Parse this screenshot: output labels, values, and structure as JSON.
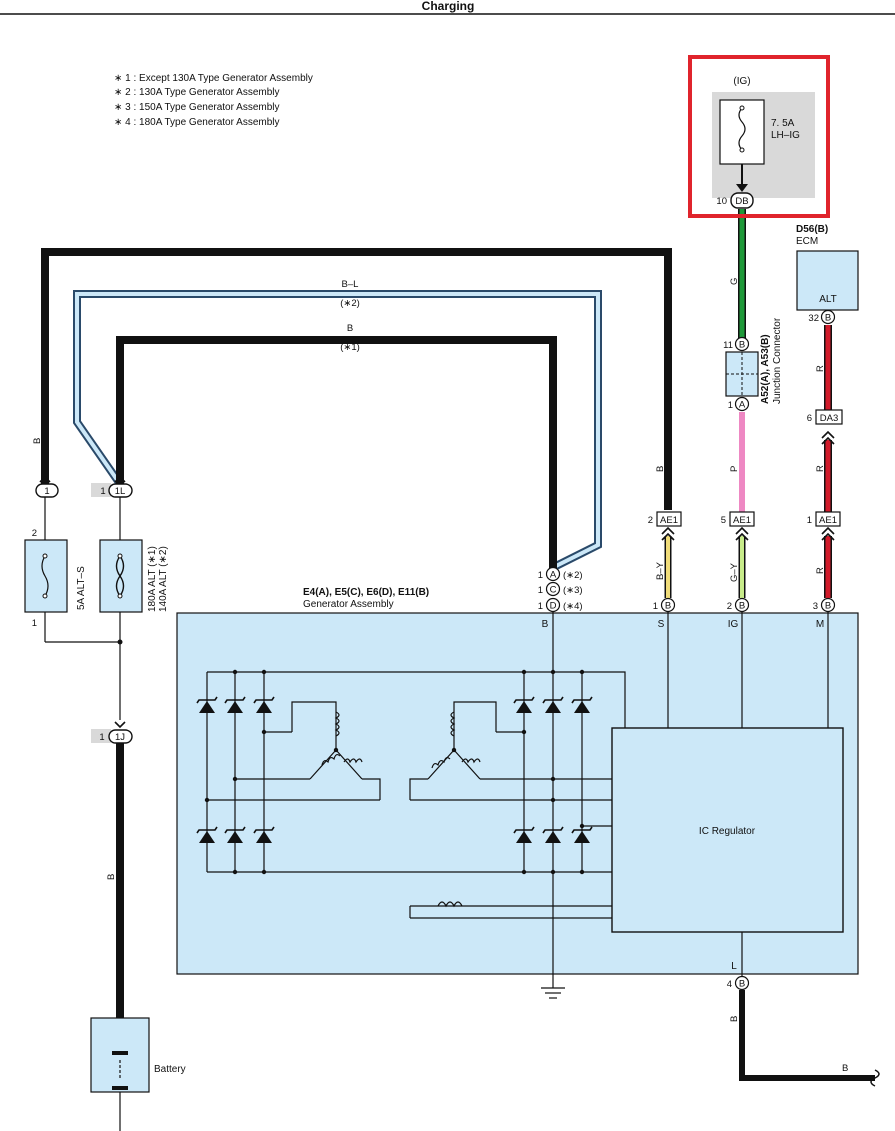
{
  "header": {
    "title": "Charging"
  },
  "notes": [
    "∗ 1 : Except 130A Type Generator Assembly",
    "∗ 2 : 130A Type Generator Assembly",
    "∗ 3 : 150A Type Generator Assembly",
    "∗ 4 : 180A Type Generator Assembly"
  ],
  "fuse_ig": {
    "group": "(IG)",
    "rating": "7. 5A",
    "name": "LH–IG",
    "pin": "10",
    "connector": "DB"
  },
  "ecm": {
    "ref": "D56(B)",
    "name": "ECM",
    "terminal": "ALT",
    "pin": "32",
    "connector": "B"
  },
  "junction": {
    "ref": "A52(A), A53(B)",
    "name": "Junction Connector",
    "pin_top": "11",
    "conn_top": "B",
    "pin_bottom": "1",
    "conn_bottom": "A"
  },
  "da3": {
    "pin": "6",
    "connector": "DA3"
  },
  "ae1": [
    {
      "pin": "2",
      "connector": "AE1"
    },
    {
      "pin": "5",
      "connector": "AE1"
    },
    {
      "pin": "1",
      "connector": "AE1"
    }
  ],
  "generator": {
    "ref": "E4(A), E5(C), E6(D), E11(B)",
    "name": "Generator Assembly",
    "terminals": {
      "b": "B",
      "s": "S",
      "ig": "IG",
      "m": "M",
      "l": "L"
    },
    "b_connectors": [
      {
        "pin": "1",
        "conn": "A",
        "note": "(∗2)"
      },
      {
        "pin": "1",
        "conn": "C",
        "note": "(∗3)"
      },
      {
        "pin": "1",
        "conn": "D",
        "note": "(∗4)"
      }
    ],
    "pins": [
      {
        "pin": "1",
        "conn": "B"
      },
      {
        "pin": "2",
        "conn": "B"
      },
      {
        "pin": "3",
        "conn": "B"
      },
      {
        "pin": "4",
        "conn": "B"
      }
    ],
    "regulator": "IC Regulator"
  },
  "fuses": {
    "alts": {
      "name": "5A ALT–S",
      "pin_top": "2",
      "pin_bottom": "1"
    },
    "alt": {
      "line1": "180A ALT (∗1)",
      "line2": "140A ALT (∗2)"
    }
  },
  "connectors": {
    "c1": {
      "conn": "1"
    },
    "c1l": {
      "pin": "1",
      "conn": "1L"
    },
    "c1j": {
      "pin": "1",
      "conn": "1J"
    }
  },
  "wires": {
    "bl": "B–L",
    "bl_note": "(∗2)",
    "b": "B",
    "b_note": "(∗1)",
    "b_left": "B",
    "b_main": "B",
    "g": "G",
    "p": "P",
    "r1": "R",
    "r2": "R",
    "r3": "R",
    "s": "B",
    "by": "B–Y",
    "gy": "G–Y",
    "l1": "B",
    "l2": "B"
  },
  "battery": {
    "name": "Battery"
  },
  "colors": {
    "black": "#111111",
    "blue_light": "#cce8f8",
    "blue_border": "#3a5f8a",
    "green": "#1f9a3a",
    "pink": "#ee88c3",
    "red": "#d11a2a",
    "yellow": "#f0dc7a",
    "yellow_green": "#c8ec8a",
    "highlight": "#e0242c",
    "fuse_bg": "#d9d9d9"
  }
}
